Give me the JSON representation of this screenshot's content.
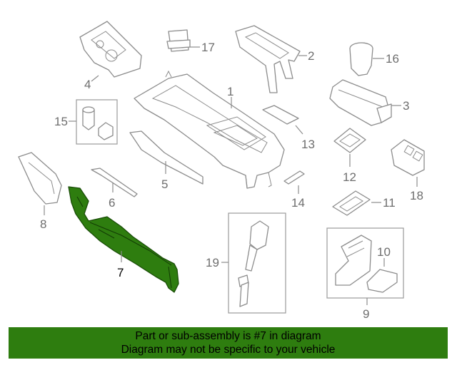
{
  "diagram": {
    "callouts": [
      {
        "id": "1",
        "label": "1"
      },
      {
        "id": "2",
        "label": "2"
      },
      {
        "id": "3",
        "label": "3"
      },
      {
        "id": "4",
        "label": "4"
      },
      {
        "id": "5",
        "label": "5"
      },
      {
        "id": "6",
        "label": "6"
      },
      {
        "id": "7",
        "label": "7"
      },
      {
        "id": "8",
        "label": "8"
      },
      {
        "id": "9",
        "label": "9"
      },
      {
        "id": "10",
        "label": "10"
      },
      {
        "id": "11",
        "label": "11"
      },
      {
        "id": "12",
        "label": "12"
      },
      {
        "id": "13",
        "label": "13"
      },
      {
        "id": "14",
        "label": "14"
      },
      {
        "id": "15",
        "label": "15"
      },
      {
        "id": "16",
        "label": "16"
      },
      {
        "id": "17",
        "label": "17"
      },
      {
        "id": "18",
        "label": "18"
      },
      {
        "id": "19",
        "label": "19"
      }
    ],
    "highlighted_part": "7",
    "highlight_color": "#2e7d0f"
  },
  "banner": {
    "line1": "Part or sub-assembly is #7 in diagram",
    "line2": "Diagram may not be specific to your vehicle",
    "background": "#2e7d0f"
  }
}
